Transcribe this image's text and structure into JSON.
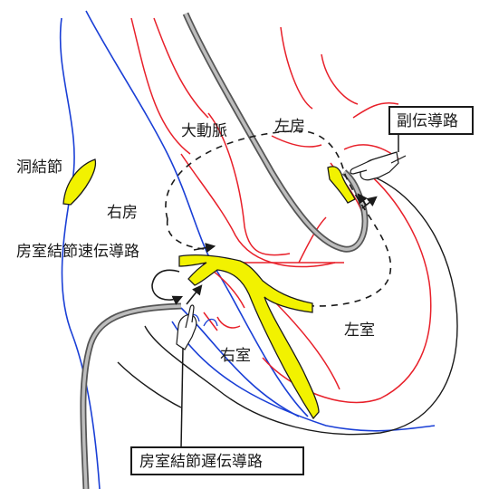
{
  "labels": {
    "sinus_node": "洞結節",
    "aorta": "大動脈",
    "left_atrium": "左房",
    "right_atrium": "右房",
    "av_fast_pathway": "房室結節速伝導路",
    "left_ventricle": "左室",
    "right_ventricle": "右室",
    "accessory_pathway": "副伝導路",
    "av_slow_pathway": "房室結節遅伝導路"
  },
  "colors": {
    "outline_blue": "#1a3fd6",
    "wall_red": "#e8202a",
    "conduction_yellow": "#f2f200",
    "catheter_gray": "#9a9a9a",
    "ink": "#1a1a1a"
  },
  "icons": [
    "pointing-hand-icon-accessory",
    "pointing-hand-icon-slow"
  ]
}
